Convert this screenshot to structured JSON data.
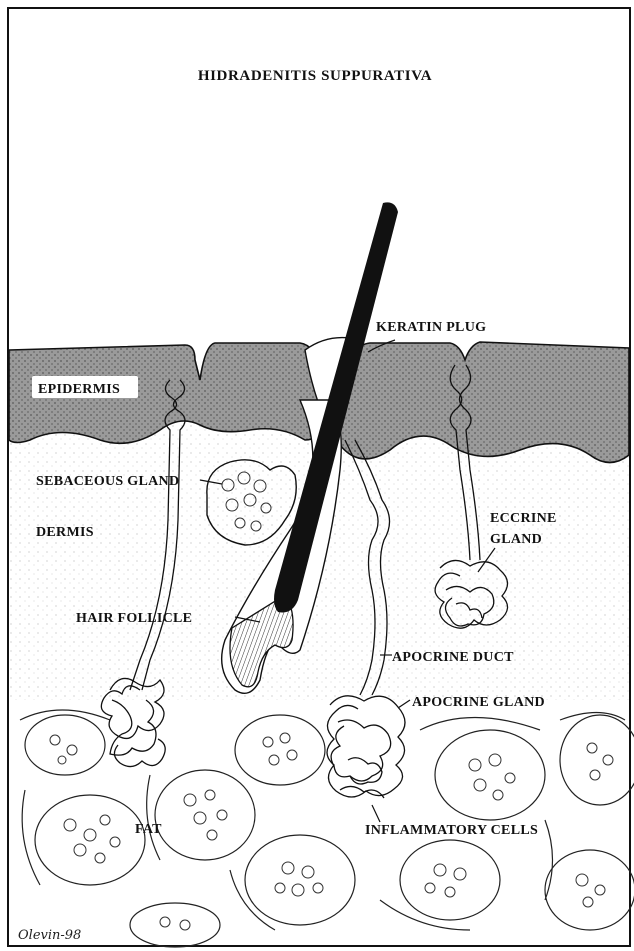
{
  "title": "HIDRADENITIS SUPPURATIVA",
  "labels": {
    "keratin_plug": "KERATIN PLUG",
    "epidermis": "EPIDERMIS",
    "sebaceous_gland": "SEBACEOUS GLAND",
    "dermis": "DERMIS",
    "eccrine_gland_line1": "ECCRINE",
    "eccrine_gland_line2": "GLAND",
    "hair_follicle": "HAIR FOLLICLE",
    "apocrine_duct": "APOCRINE DUCT",
    "apocrine_gland": "APOCRINE GLAND",
    "fat": "FAT",
    "inflammatory_cells": "INFLAMMATORY CELLS"
  },
  "signature": "Olevin-98",
  "colors": {
    "ink": "#111111",
    "epidermis_fill": "#8a8a8a",
    "paper": "#ffffff"
  }
}
